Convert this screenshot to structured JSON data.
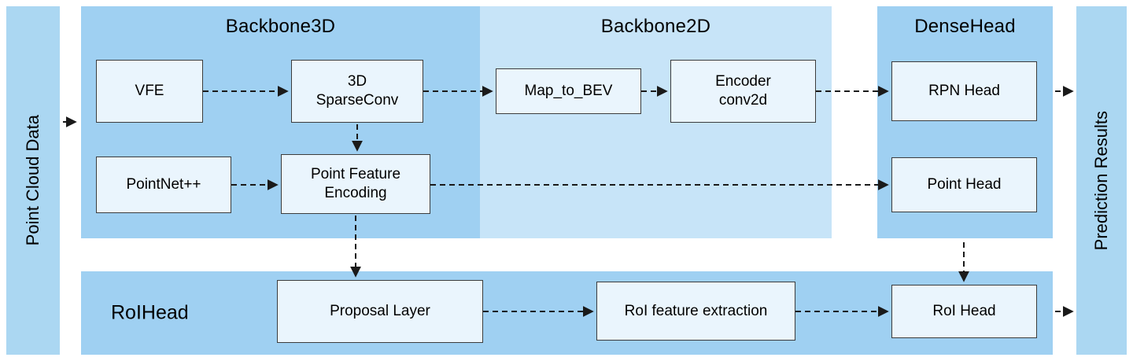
{
  "diagram": {
    "left_rail": {
      "label": "Point Cloud Data"
    },
    "right_rail": {
      "label": "Prediction Results"
    },
    "regions": {
      "backbone3d": {
        "title": "Backbone3D",
        "boxes": {
          "vfe": "VFE",
          "sparseconv": "3D\nSparseConv",
          "pointnet": "PointNet++",
          "pfe": "Point Feature\nEncoding"
        }
      },
      "backbone2d": {
        "title": "Backbone2D",
        "boxes": {
          "map_to_bev": "Map_to_BEV",
          "encoder": "Encoder\nconv2d"
        }
      },
      "densehead": {
        "title": "DenseHead",
        "boxes": {
          "rpn_head": "RPN Head",
          "point_head": "Point Head"
        }
      },
      "roihead": {
        "title": "RoIHead",
        "boxes": {
          "proposal": "Proposal Layer",
          "roi_feature": "RoI feature extraction",
          "roi_head": "RoI Head"
        }
      }
    },
    "colors": {
      "rail_bg": "#abd7f2",
      "region_medium": "#9fd0f2",
      "region_light": "#c7e4f8",
      "node_fill": "#eaf5fd",
      "node_border": "#3c3c3c",
      "arrow": "#1a1a1a"
    }
  }
}
